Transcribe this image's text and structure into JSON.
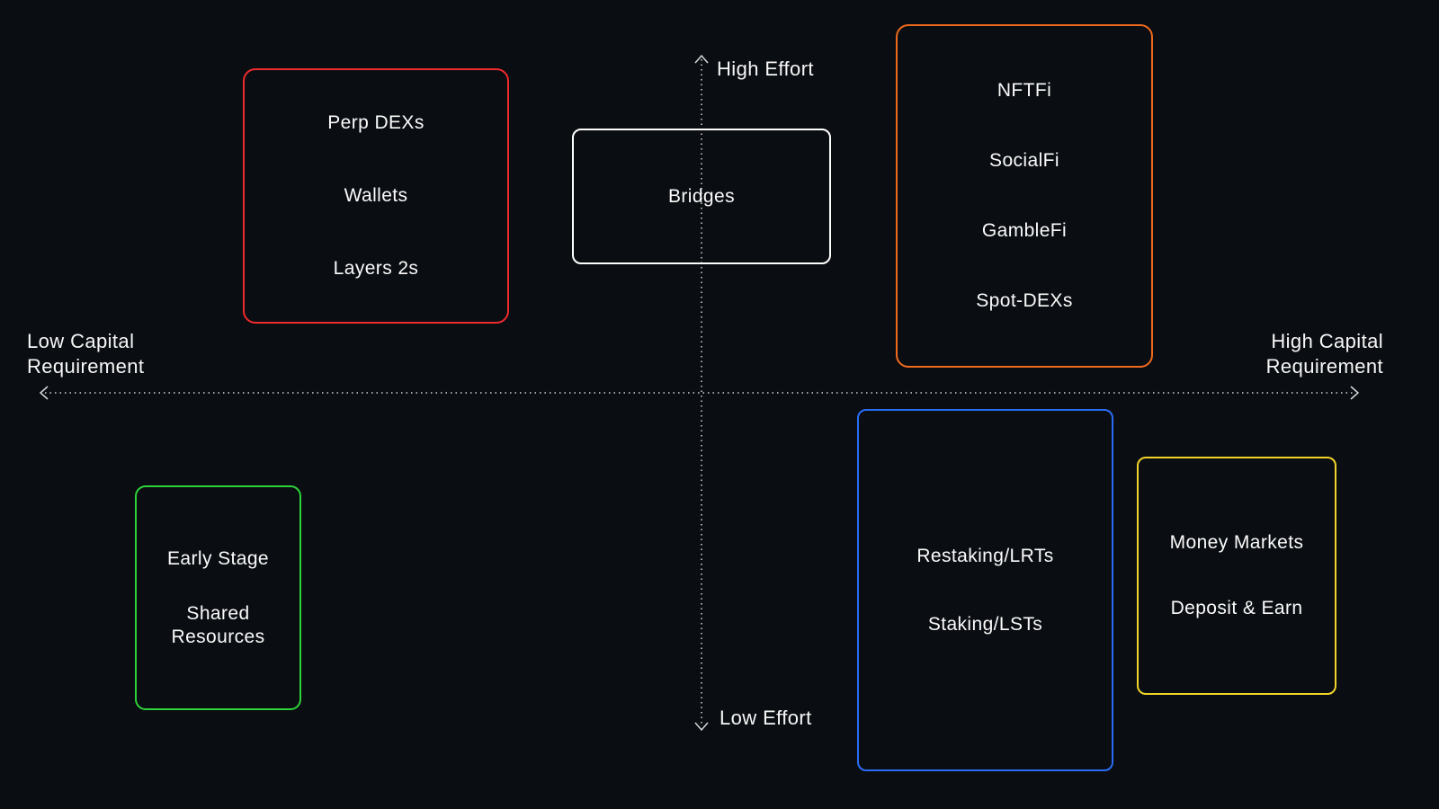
{
  "diagram": {
    "axes": {
      "top_label": "High Effort",
      "bottom_label": "Low Effort",
      "left_label": "Low Capital\nRequirement",
      "right_label": "High Capital\nRequirement",
      "line_color": "#d8d8d8"
    },
    "groups": [
      {
        "name": "perp-dexs-wallets-layer2s",
        "border_color": "#ee2b2e",
        "items": [
          "Perp DEXs",
          "Wallets",
          "Layers 2s"
        ]
      },
      {
        "name": "bridges",
        "border_color": "#ffffff",
        "items": [
          "Bridges"
        ]
      },
      {
        "name": "nftfi-socialfi-gamblefi-spotdexs",
        "border_color": "#f06a1e",
        "items": [
          "NFTFi",
          "SocialFi",
          "GambleFi",
          "Spot-DEXs"
        ]
      },
      {
        "name": "early-stage-shared-resources",
        "border_color": "#2ed33a",
        "items": [
          "Early Stage",
          "Shared Resources"
        ]
      },
      {
        "name": "restaking-staking",
        "border_color": "#2a6df4",
        "items": [
          "Restaking/LRTs",
          "Staking/LSTs"
        ]
      },
      {
        "name": "money-markets-deposit-earn",
        "border_color": "#f0d429",
        "items": [
          "Money Markets",
          "Deposit & Earn"
        ]
      }
    ]
  }
}
